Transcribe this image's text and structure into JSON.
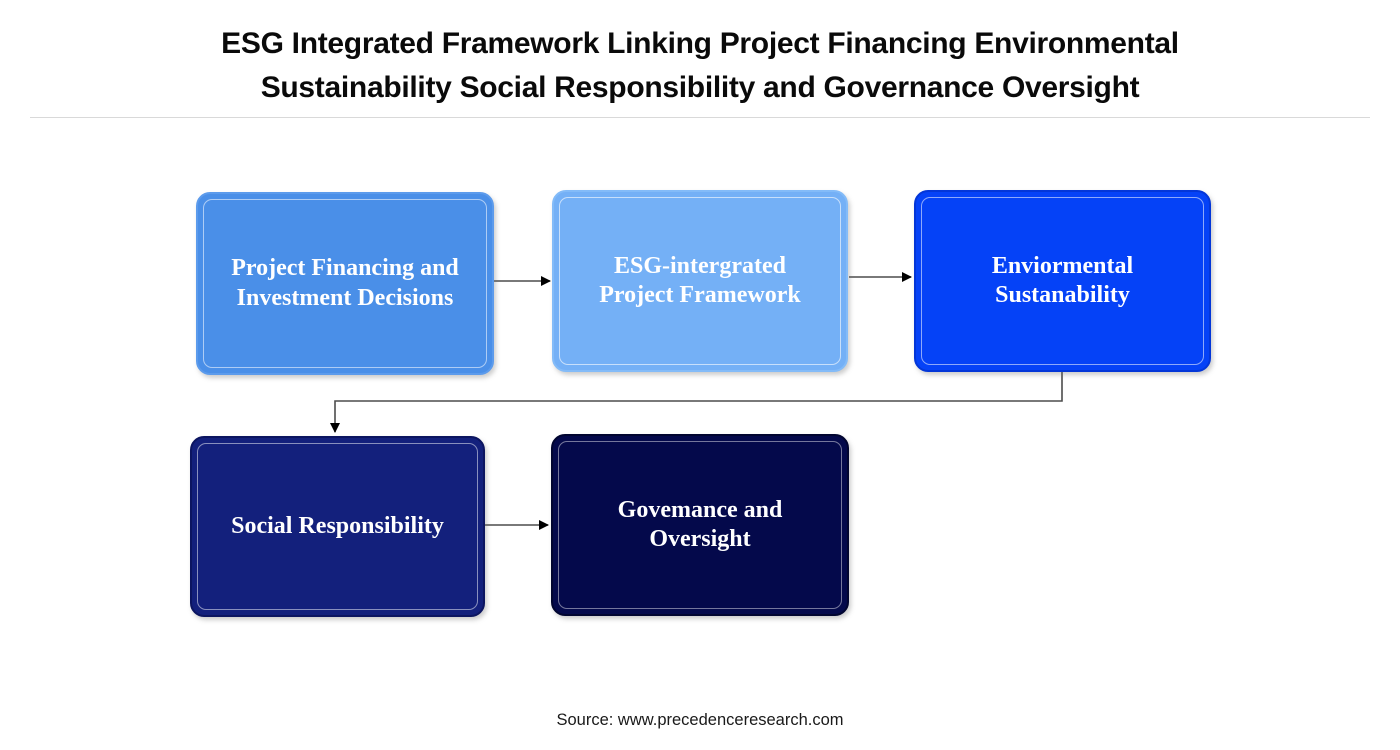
{
  "title": {
    "line1": "ESG Integrated Framework Linking Project Financing Environmental",
    "line2": "Sustainability Social Responsibility and Governance Oversight"
  },
  "boxes": [
    {
      "label": "Project Financing and Investment Decisions",
      "fill": "#4a8fe8",
      "border": "#5c9bec",
      "inner_line": "rgba(255,255,255,0.55)"
    },
    {
      "label": "ESG-intergrated Project Framework",
      "fill": "#74b0f6",
      "border": "#83bbf8",
      "inner_line": "rgba(255,255,255,0.6)"
    },
    {
      "label": "Enviormental Sustanability",
      "fill": "#0542f7",
      "border": "#0336d8",
      "inner_line": "rgba(255,255,255,0.55)"
    },
    {
      "label": "Social Responsibility",
      "fill": "#13207c",
      "border": "#0c1560",
      "inner_line": "rgba(255,255,255,0.5)"
    },
    {
      "label": "Govemance and Oversight",
      "fill": "#04094b",
      "border": "#010530",
      "inner_line": "rgba(255,255,255,0.45)"
    }
  ],
  "connectors": {
    "line_color": "#4d4d4d",
    "arrowhead_color": "#000000"
  },
  "source": {
    "text": "Source: www.precedenceresearch.com"
  }
}
